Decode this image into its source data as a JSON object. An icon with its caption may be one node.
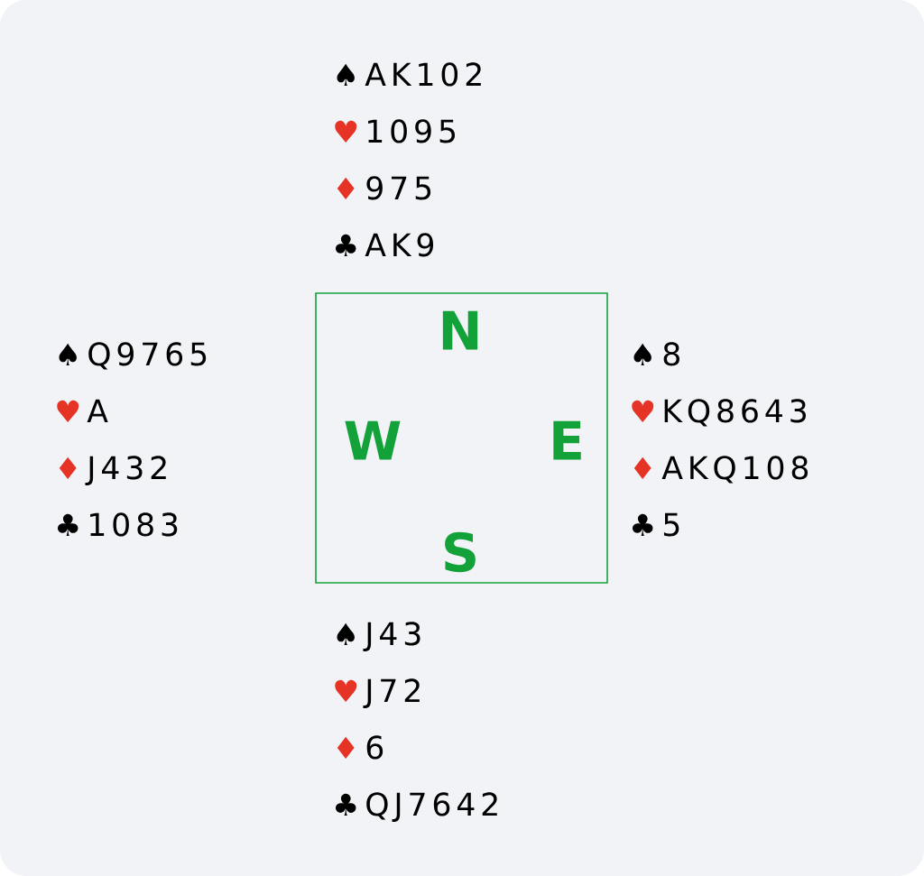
{
  "diagram": {
    "nodes": [
      {
        "text": [
          "N",
          "W",
          "E",
          "S"
        ]
      }
    ],
    "edges": [],
    "labels": [
      "♠",
      "AK102",
      "♥",
      "1095",
      "♦",
      "975",
      "♣",
      "AK9",
      "♠",
      "Q9765",
      "♥",
      "A",
      "♦",
      "J432",
      "♣",
      "1083",
      "♠",
      "8",
      "♥",
      "KQ8643",
      "♦",
      "AKQ108",
      "♣",
      "5",
      "♠",
      "J43",
      "♥",
      "J72",
      "♦",
      "6",
      "♣",
      "QJ7642"
    ]
  }
}
